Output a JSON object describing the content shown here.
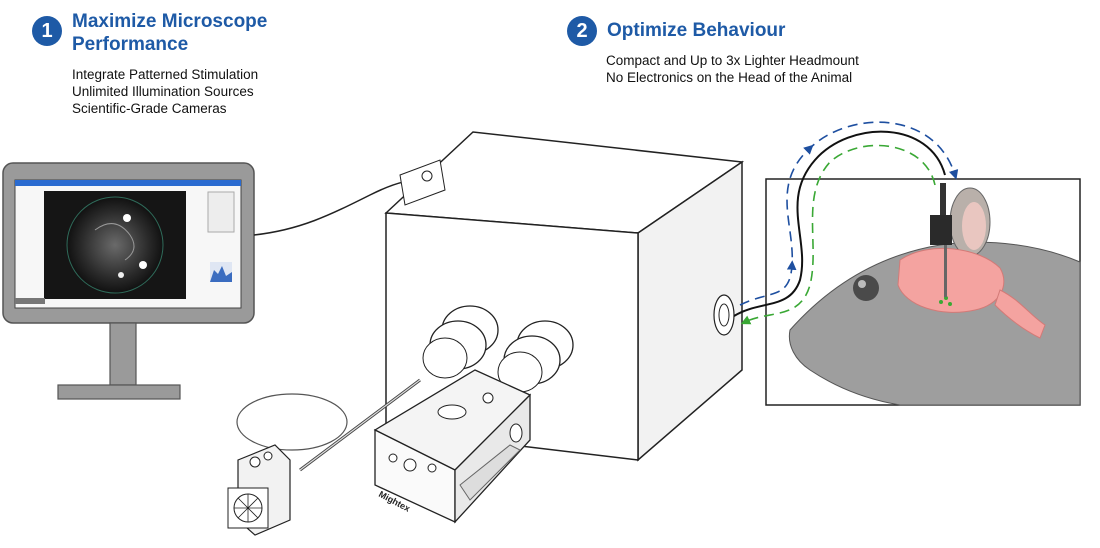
{
  "step1": {
    "number": "1",
    "title": "Maximize Microscope Performance",
    "lines": [
      "Integrate Patterned Stimulation",
      "Unlimited Illumination Sources",
      "Scientific-Grade Cameras"
    ]
  },
  "step2": {
    "number": "2",
    "title": "Optimize Behaviour",
    "lines": [
      "Compact and Up to 3x Lighter Headmount",
      "No Electronics on the Head of the Animal"
    ]
  },
  "device": {
    "brand": "Mightex"
  },
  "colors": {
    "accent": "#1e5aa6",
    "arrow_blue": "#1e4fa0",
    "arrow_green": "#3aa835",
    "brain": "#f4a3a0",
    "mouse": "#9e9e9e"
  }
}
